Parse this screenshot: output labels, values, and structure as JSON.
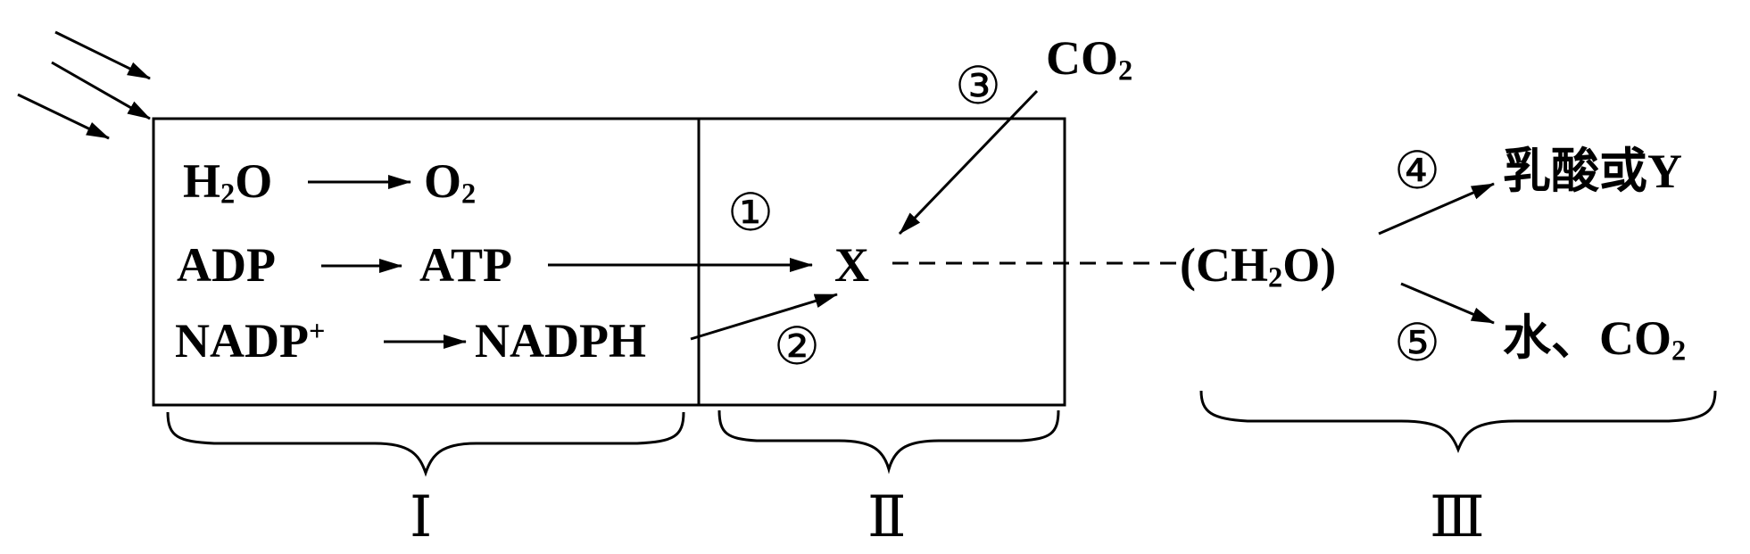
{
  "stage1": {
    "rows": [
      {
        "from": "H",
        "from_sub": "2",
        "from_tail": "O",
        "to": "O",
        "to_sub": "2"
      },
      {
        "from": "ADP",
        "to": "ATP"
      },
      {
        "from": "NADP",
        "from_sup": "+",
        "to": "NADPH"
      }
    ],
    "label": "Ⅰ"
  },
  "stage2": {
    "x_label": "X",
    "co2_main": "CO",
    "co2_sub": "2",
    "label": "Ⅱ",
    "markers": [
      "①",
      "②",
      "③"
    ]
  },
  "stage3": {
    "ch2o_a": "(CH",
    "ch2o_sub": "2",
    "ch2o_b": "O)",
    "product_a": "乳酸或Y",
    "product_b_main": "水、CO",
    "product_b_sub": "2",
    "markers": [
      "④",
      "⑤"
    ],
    "label": "Ⅲ"
  }
}
